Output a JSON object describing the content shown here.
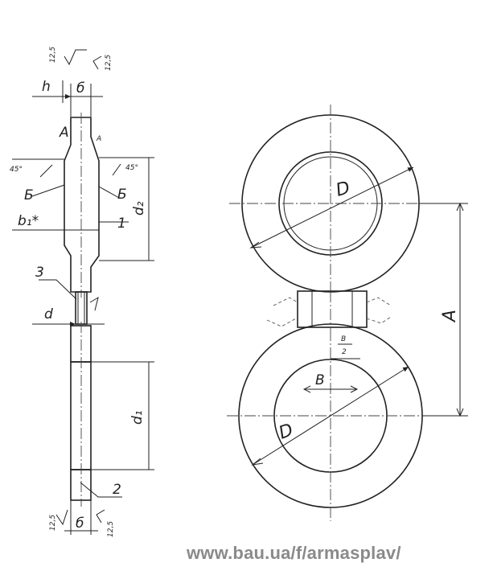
{
  "side_view": {
    "roughness_top_left": "12,5",
    "roughness_top_right": "12,5",
    "roughness_bottom_left": "12,5",
    "roughness_bottom_right": "12,5",
    "dim_h": "h",
    "dim_b_top": "б",
    "dim_b_bottom": "б",
    "chamfer_left": "45°",
    "chamfer_right": "45°",
    "section_left": "Б",
    "section_right": "Б",
    "dim_b1": "b₁*",
    "dim_d2": "d₂",
    "dim_d1": "d₁",
    "dim_d": "d",
    "ref_1": "1",
    "ref_2": "2",
    "ref_3": "3",
    "ref_A_top": "А",
    "ref_A_mid": "А"
  },
  "front_view": {
    "dim_D_top": "D",
    "dim_D_bottom": "D",
    "dim_B": "B",
    "dim_B_half_num": "B",
    "dim_B_half_den": "2",
    "dim_A": "A"
  },
  "footer": {
    "url": "www.bau.ua/f/armasplav/"
  }
}
